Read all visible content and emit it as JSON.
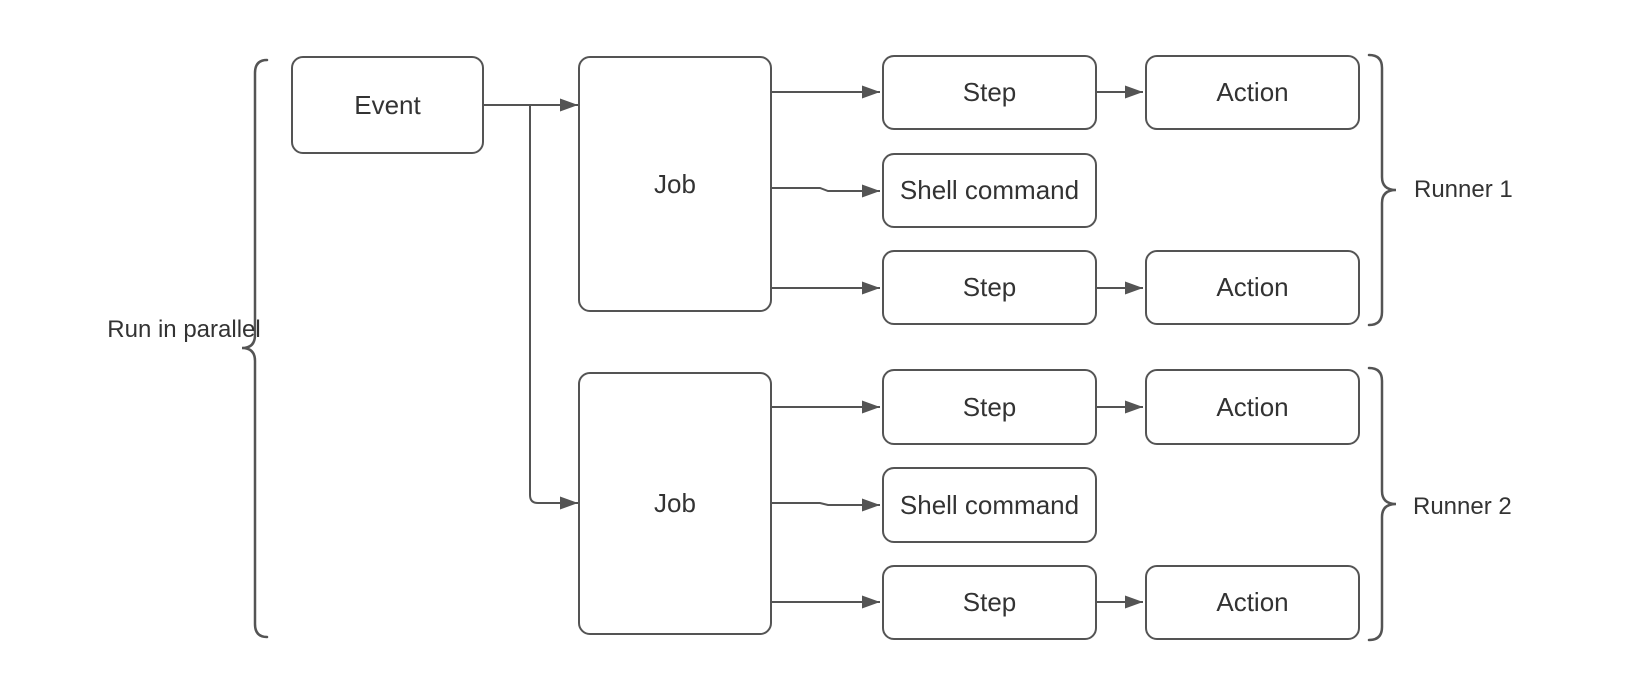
{
  "diagram": {
    "nodes": {
      "event": "Event",
      "job1": "Job",
      "job2": "Job",
      "r1_step_top": "Step",
      "r1_shell": "Shell command",
      "r1_step_bottom": "Step",
      "r1_action_top": "Action",
      "r1_action_bottom": "Action",
      "r2_step_top": "Step",
      "r2_shell": "Shell command",
      "r2_step_bottom": "Step",
      "r2_action_top": "Action",
      "r2_action_bottom": "Action"
    },
    "side_labels": {
      "parallel": "Run in parallel",
      "runner1": "Runner 1",
      "runner2": "Runner 2"
    },
    "colors": {
      "stroke": "#545454",
      "text": "#333333",
      "background": "#ffffff"
    }
  }
}
